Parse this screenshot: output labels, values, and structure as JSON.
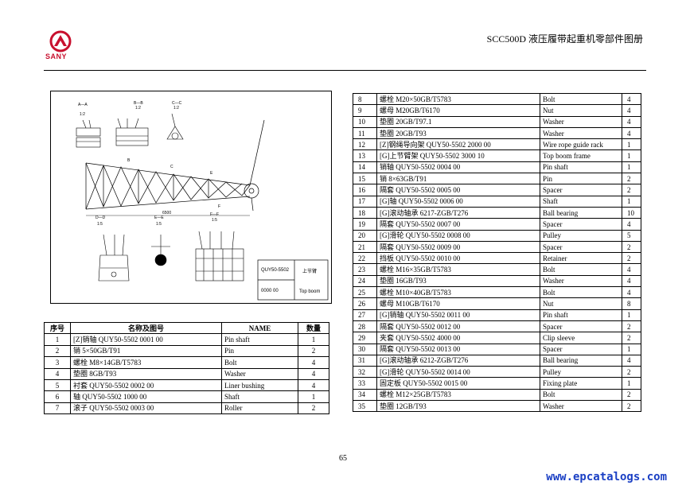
{
  "header": {
    "brand": "SANY",
    "title": "SCC500D 液压履带起重机零部件图册"
  },
  "drawing": {
    "section_labels": [
      "A—A",
      "B—B",
      "C—C",
      "D—D",
      "E—E",
      "F—F"
    ],
    "scales": [
      "1:2",
      "1:2",
      "1:2",
      "1:5",
      "1:5",
      "1:5"
    ],
    "dimension": "6500",
    "title_block": {
      "code": "QUY50-5502",
      "number": "0000 00",
      "name_cn": "上节臂",
      "name_en": "Top boom"
    }
  },
  "left_table": {
    "headers": [
      "序号",
      "名称及图号",
      "NAME",
      "数量"
    ],
    "rows": [
      [
        "1",
        "[Z]销轴 QUY50-5502 0001 00",
        "Pin shaft",
        "1"
      ],
      [
        "2",
        "销 5×50GB/T91",
        "Pin",
        "2"
      ],
      [
        "3",
        "螺栓 M8×14GB/T5783",
        "Bolt",
        "4"
      ],
      [
        "4",
        "垫圈 8GB/T93",
        "Washer",
        "4"
      ],
      [
        "5",
        "衬套 QUY50-5502 0002 00",
        "Liner bushing",
        "4"
      ],
      [
        "6",
        "轴 QUY50-5502 1000 00",
        "Shaft",
        "1"
      ],
      [
        "7",
        "滚子 QUY50-5502 0003 00",
        "Roller",
        "2"
      ]
    ]
  },
  "right_table": {
    "rows": [
      [
        "8",
        "螺栓 M20×50GB/T5783",
        "Bolt",
        "4"
      ],
      [
        "9",
        "螺母 M20GB/T6170",
        "Nut",
        "4"
      ],
      [
        "10",
        "垫圈 20GB/T97.1",
        "Washer",
        "4"
      ],
      [
        "11",
        "垫圈 20GB/T93",
        "Washer",
        "4"
      ],
      [
        "12",
        "[Z]钢绳导向架 QUY50-5502 2000 00",
        "Wire rope guide rack",
        "1"
      ],
      [
        "13",
        "[G]上节臂架 QUY50-5502 3000 10",
        "Top boom frame",
        "1"
      ],
      [
        "14",
        "销轴 QUY50-5502 0004 00",
        "Pin shaft",
        "1"
      ],
      [
        "15",
        "销 8×63GB/T91",
        "Pin",
        "2"
      ],
      [
        "16",
        "隔套 QUY50-5502 0005 00",
        "Spacer",
        "2"
      ],
      [
        "17",
        "[G]轴 QUY50-5502 0006 00",
        "Shaft",
        "1"
      ],
      [
        "18",
        "[G]滚动轴承 6217-ZGB/T276",
        "Ball bearing",
        "10"
      ],
      [
        "19",
        "隔套 QUY50-5502 0007 00",
        "Spacer",
        "4"
      ],
      [
        "20",
        "[G]滑轮 QUY50-5502 0008 00",
        "Pulley",
        "5"
      ],
      [
        "21",
        "隔套 QUY50-5502 0009 00",
        "Spacer",
        "2"
      ],
      [
        "22",
        "挡板 QUY50-5502 0010 00",
        "Retainer",
        "2"
      ],
      [
        "23",
        "螺栓 M16×35GB/T5783",
        "Bolt",
        "4"
      ],
      [
        "24",
        "垫圈 16GB/T93",
        "Washer",
        "4"
      ],
      [
        "25",
        "螺栓 M10×40GB/T5783",
        "Bolt",
        "4"
      ],
      [
        "26",
        "螺母 M10GB/T6170",
        "Nut",
        "8"
      ],
      [
        "27",
        "[G]销轴 QUY50-5502 0011 00",
        "Pin shaft",
        "1"
      ],
      [
        "28",
        "隔套 QUY50-5502 0012 00",
        "Spacer",
        "2"
      ],
      [
        "29",
        "夹套 QUY50-5502 4000 00",
        "Clip sleeve",
        "2"
      ],
      [
        "30",
        "隔套 QUY50-5502 0013 00",
        "Spacer",
        "1"
      ],
      [
        "31",
        "[G]滚动轴承 6212-ZGB/T276",
        "Ball bearing",
        "4"
      ],
      [
        "32",
        "[G]滑轮 QUY50-5502 0014 00",
        "Pulley",
        "2"
      ],
      [
        "33",
        "固定板 QUY50-5502 0015 00",
        "Fixing plate",
        "1"
      ],
      [
        "34",
        "螺栓 M12×25GB/T5783",
        "Bolt",
        "2"
      ],
      [
        "35",
        "垫圈 12GB/T93",
        "Washer",
        "2"
      ]
    ]
  },
  "footer": {
    "page_number": "65",
    "watermark": "www.epcatalogs.com"
  },
  "colors": {
    "brand_red": "#c8102e",
    "watermark_blue": "#1a3fc4"
  }
}
